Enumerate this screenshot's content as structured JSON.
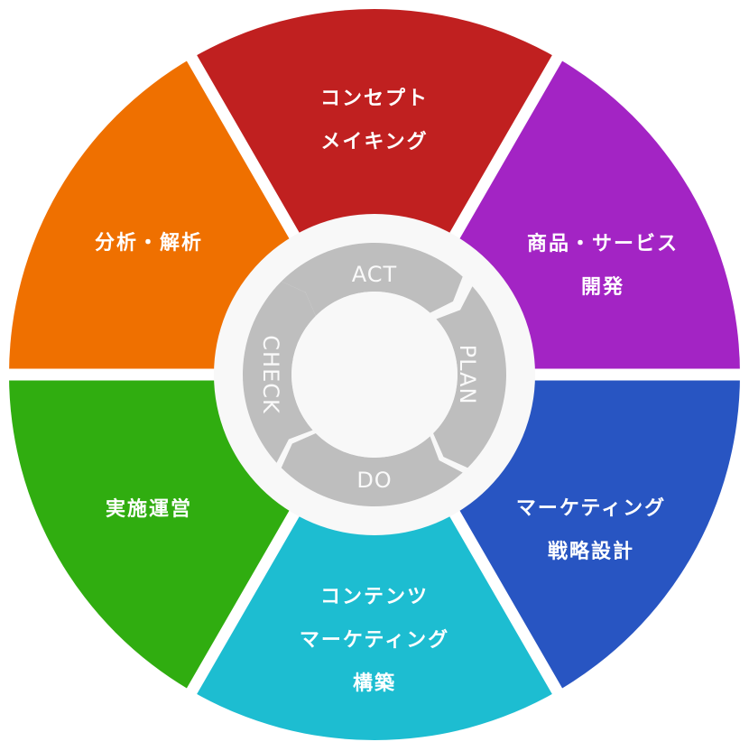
{
  "segments": [
    {
      "lines": [
        "コンセプト",
        "メイキング"
      ],
      "color": "#c02020"
    },
    {
      "lines": [
        "商品・サービス",
        "開発"
      ],
      "color": "#a324c4"
    },
    {
      "lines": [
        "マーケティング",
        "戦略設計"
      ],
      "color": "#2855c2"
    },
    {
      "lines": [
        "コンテンツ",
        "マーケティング",
        "構築"
      ],
      "color": "#1dbdd1"
    },
    {
      "lines": [
        "実施運営"
      ],
      "color": "#30ad10"
    },
    {
      "lines": [
        "分析・解析"
      ],
      "color": "#ef7000"
    }
  ],
  "cycle": {
    "act": "ACT",
    "plan": "PLAN",
    "do": "DO",
    "check": "CHECK",
    "ring_color": "#bebebe",
    "hub_color": "#f8f8f8"
  }
}
